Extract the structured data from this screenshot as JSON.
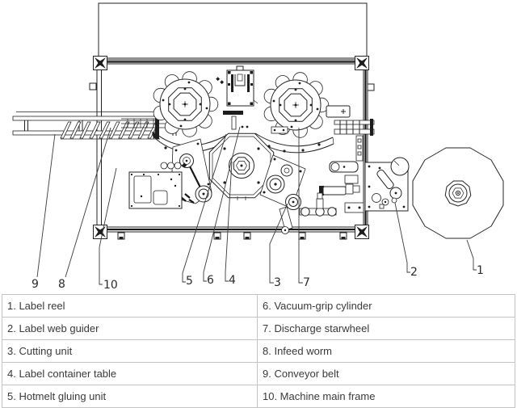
{
  "diagram": {
    "callouts": {
      "n1": "1",
      "n2": "2",
      "n3": "3",
      "n4": "4",
      "n5": "5",
      "n6": "6",
      "n7": "7",
      "n8": "8",
      "n9": "9",
      "n10": "10"
    }
  },
  "table": {
    "rows": [
      {
        "left": "1. Label reel",
        "right": "6. Vacuum-grip cylinder"
      },
      {
        "left": "2. Label web guider",
        "right": "7. Discharge starwheel"
      },
      {
        "left": "3. Cutting unit",
        "right": "8. Infeed worm"
      },
      {
        "left": "4. Label container table",
        "right": "9. Conveyor belt"
      },
      {
        "left": "5. Hotmelt gluing unit",
        "right": "10. Machine main frame"
      }
    ]
  }
}
